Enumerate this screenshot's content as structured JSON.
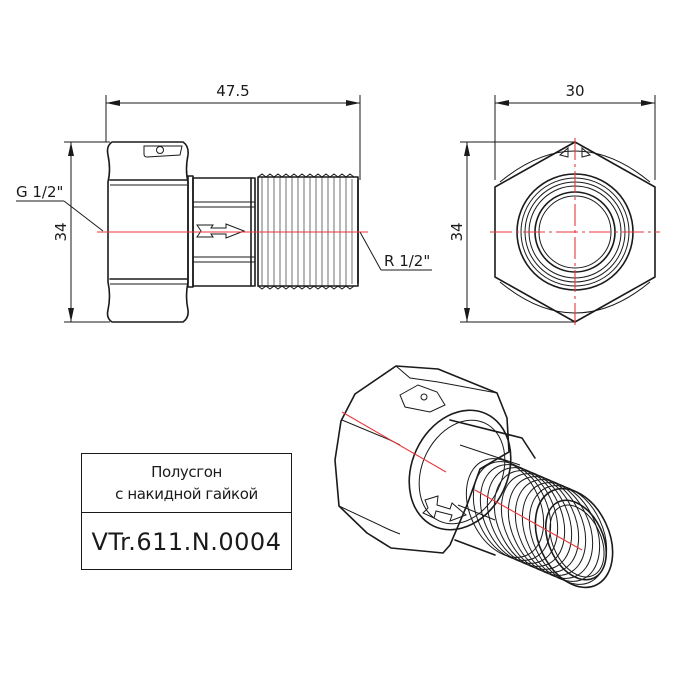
{
  "drawing": {
    "title_block": {
      "name_line1": "Полусгон",
      "name_line2": "с накидной гайкой",
      "code": "VTr.611.N.0004"
    },
    "front_view": {
      "length_dim": "47.5",
      "height_dim": "34",
      "left_thread_label": "G 1/2\"",
      "right_thread_label": "R 1/2\""
    },
    "side_view": {
      "width_dim": "30",
      "height_dim": "34"
    },
    "colors": {
      "line": "#1a1a1a",
      "axis": "#e8383b",
      "background": "#ffffff"
    }
  }
}
